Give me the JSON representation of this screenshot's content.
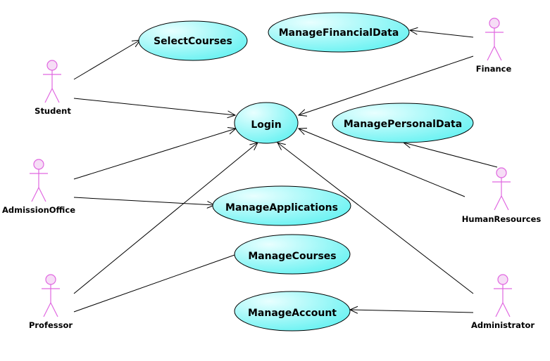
{
  "diagram": {
    "usecases": {
      "select_courses": "SelectCourses",
      "manage_financial_data": "ManageFinancialData",
      "login": "Login",
      "manage_personal_data": "ManagePersonalData",
      "manage_applications": "ManageApplications",
      "manage_courses": "ManageCourses",
      "manage_account": "ManageAccount"
    },
    "actors": {
      "student": "Student",
      "admission_office": "AdmissionOffice",
      "professor": "Professor",
      "finance": "Finance",
      "human_resources": "HumanResources",
      "administrator": "Administrator"
    },
    "colors": {
      "usecase_fill_light": "#e8ffff",
      "usecase_fill_dark": "#66f2f2",
      "actor_stroke": "#e067e0",
      "actor_head_fill": "#f6ddf6"
    }
  }
}
